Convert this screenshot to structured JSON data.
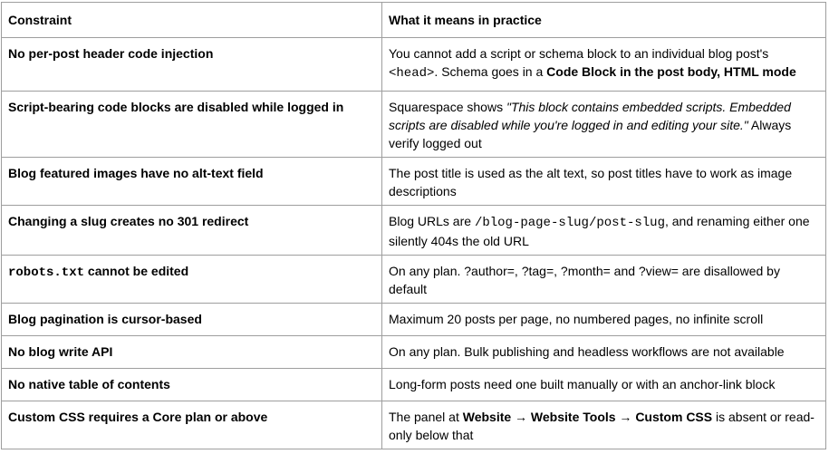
{
  "headers": {
    "constraint": "Constraint",
    "meaning": "What it means in practice"
  },
  "rows": [
    {
      "constraint": "No per-post header code injection",
      "m_a": "You cannot add a script or schema block to an individual blog post's ",
      "m_code": "<head>",
      "m_b": ". Schema goes in a ",
      "m_bold": "Code Block in the post body, HTML mode"
    },
    {
      "constraint": "Script-bearing code blocks are disabled while logged in",
      "m_a": "Squarespace shows ",
      "m_italic": "\"This block contains embedded scripts. Embedded scripts are disabled while you're logged in and editing your site.\"",
      "m_b": " Always verify logged out"
    },
    {
      "constraint": "Blog featured images have no alt-text field",
      "meaning": "The post title is used as the alt text, so post titles have to work as image descriptions"
    },
    {
      "constraint": "Changing a slug creates no 301 redirect",
      "m_a": "Blog URLs are ",
      "m_code": "/blog-page-slug/post-slug",
      "m_b": ", and renaming either one silently 404s the old URL"
    },
    {
      "constraint_code": "robots.txt",
      "constraint_rest": " cannot be edited",
      "meaning": "On any plan. ?author=, ?tag=, ?month= and ?view= are disallowed by default"
    },
    {
      "constraint": "Blog pagination is cursor-based",
      "meaning": "Maximum 20 posts per page, no numbered pages, no infinite scroll"
    },
    {
      "constraint": "No blog write API",
      "meaning": "On any plan. Bulk publishing and headless workflows are not available"
    },
    {
      "constraint": "No native table of contents",
      "meaning": "Long-form posts need one built manually or with an anchor-link block"
    },
    {
      "constraint": "Custom CSS requires a Core plan or above",
      "m_a": "The panel at ",
      "m_bold": "Website → Website Tools → Custom CSS",
      "m_b": " is absent or read-only below that"
    }
  ]
}
